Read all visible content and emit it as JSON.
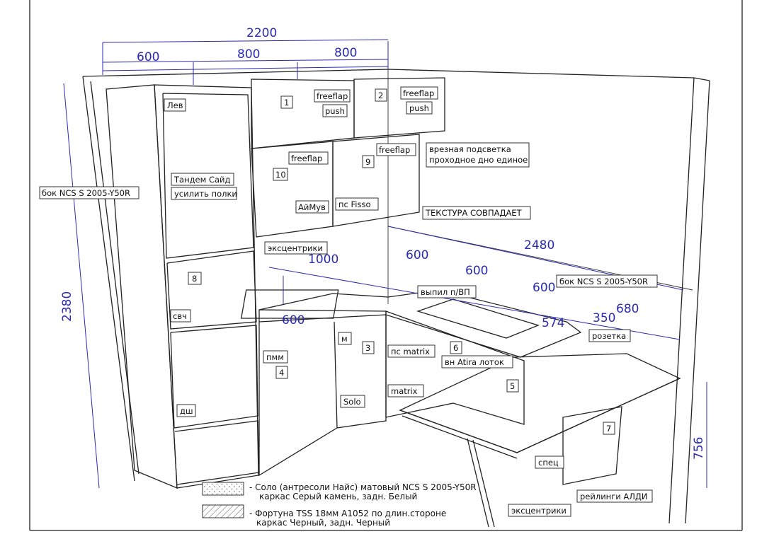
{
  "dimensions": {
    "total_width": "2200",
    "upper_600": "600",
    "upper_800a": "800",
    "upper_800b": "800",
    "height": "2380",
    "right_run": "2480",
    "sink_1000": "1000",
    "sink_600": "600",
    "run_600a": "600",
    "run_600b": "600",
    "run_600c": "600",
    "depth_574": "574",
    "depth_350": "350",
    "depth_680": "680",
    "bar_height": "756"
  },
  "labels": {
    "lev": "Лев",
    "n1": "1",
    "n2": "2",
    "freeflap1": "freeflap",
    "push1": "push",
    "freeflap2": "freeflap",
    "push2": "push",
    "freeflap10": "freeflap",
    "freeflap9": "freeflap",
    "n10": "10",
    "n9": "9",
    "tandem": "Тандем Сайд",
    "shelves": "усилить полки",
    "aimuv": "АйМув",
    "fisso": "пс Fisso",
    "lighting1": "врезная подсветка",
    "lighting2": "проходное дно единое",
    "texture": "ТЕКСТУРА СОВПАДАЕТ",
    "side_left": "бок NCS S 2005-Y50R",
    "eccentrics_top": "эксцентрики",
    "n8": "8",
    "microwave": "свч",
    "cutout": "выпил п/ВП",
    "side_right": "бок NCS S 2005-Y50R",
    "socket": "розетка",
    "m": "м",
    "n3": "3",
    "n4": "4",
    "pmm": "пмм",
    "solo": "Solo",
    "matrix_ps": "пс matrix",
    "n6": "6",
    "atira": "вн Atira лоток",
    "matrix": "matrix",
    "n5": "5",
    "n7": "7",
    "dw": "дш",
    "spec": "спец",
    "rails": "рейлинги АЛДИ",
    "eccentrics_bottom": "эксцентрики"
  },
  "legend": [
    {
      "line1": "- Соло (антресоли Найс) матовый NCS S 2005-Y50R",
      "line2": "каркас Серый камень, задн. Белый",
      "pattern": "dots"
    },
    {
      "line1": "- Фортуна TSS 18мм A1052 по длин.стороне",
      "line2": "каркас Черный, задн. Черный",
      "pattern": "hatch"
    }
  ],
  "colors": {
    "dimension": "#2b2bb0",
    "line": "#222222"
  }
}
